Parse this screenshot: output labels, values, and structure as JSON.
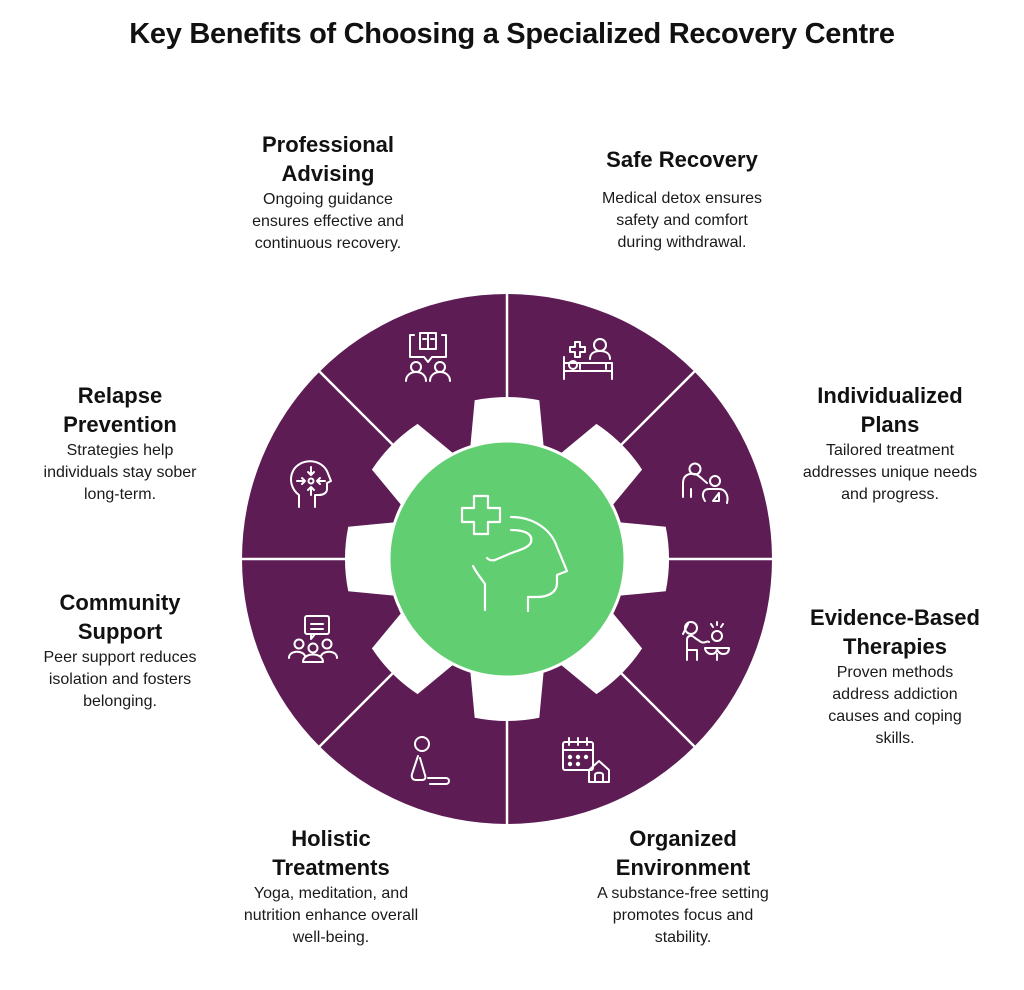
{
  "title": "Key Benefits of Choosing a Specialized Recovery Centre",
  "colors": {
    "segment": "#5D1C54",
    "center": "#62CE72",
    "icon_stroke": "#ffffff",
    "text": "#111111"
  },
  "center": {
    "icon": "head-medical-cross-icon"
  },
  "segments": [
    {
      "key": "safe-recovery",
      "title": "Safe Recovery",
      "title_lines": [
        "Safe Recovery"
      ],
      "description_lines": [
        "Medical detox ensures",
        "safety and comfort",
        "during withdrawal."
      ],
      "icon": "hospital-bed-icon"
    },
    {
      "key": "individualized-plans",
      "title": "Individualized Plans",
      "title_lines": [
        "Individualized",
        "Plans"
      ],
      "description_lines": [
        "Tailored treatment",
        "addresses unique needs",
        "and progress."
      ],
      "icon": "caregiver-icon"
    },
    {
      "key": "evidence-based-therapies",
      "title": "Evidence-Based Therapies",
      "title_lines": [
        "Evidence-Based",
        "Therapies"
      ],
      "description_lines": [
        "Proven methods",
        "address addiction",
        "causes and coping",
        "skills."
      ],
      "icon": "therapist-session-icon"
    },
    {
      "key": "organized-environment",
      "title": "Organized Environment",
      "title_lines": [
        "Organized",
        "Environment"
      ],
      "description_lines": [
        "A substance-free setting",
        "promotes focus and",
        "stability."
      ],
      "icon": "calendar-home-icon"
    },
    {
      "key": "holistic-treatments",
      "title": "Holistic Treatments",
      "title_lines": [
        "Holistic",
        "Treatments"
      ],
      "description_lines": [
        "Yoga, meditation, and",
        "nutrition enhance overall",
        "well-being."
      ],
      "icon": "yoga-pose-icon"
    },
    {
      "key": "community-support",
      "title": "Community Support",
      "title_lines": [
        "Community",
        "Support"
      ],
      "description_lines": [
        "Peer support reduces",
        "isolation and fosters",
        "belonging."
      ],
      "icon": "group-chat-icon"
    },
    {
      "key": "relapse-prevention",
      "title": "Relapse Prevention",
      "title_lines": [
        "Relapse",
        "Prevention"
      ],
      "description_lines": [
        "Strategies help",
        "individuals stay sober",
        "long-term."
      ],
      "icon": "focused-mind-icon"
    },
    {
      "key": "professional-advising",
      "title": "Professional Advising",
      "title_lines": [
        "Professional",
        "Advising"
      ],
      "description_lines": [
        "Ongoing guidance",
        "ensures effective and",
        "continuous recovery."
      ],
      "icon": "advisor-meeting-icon"
    }
  ]
}
